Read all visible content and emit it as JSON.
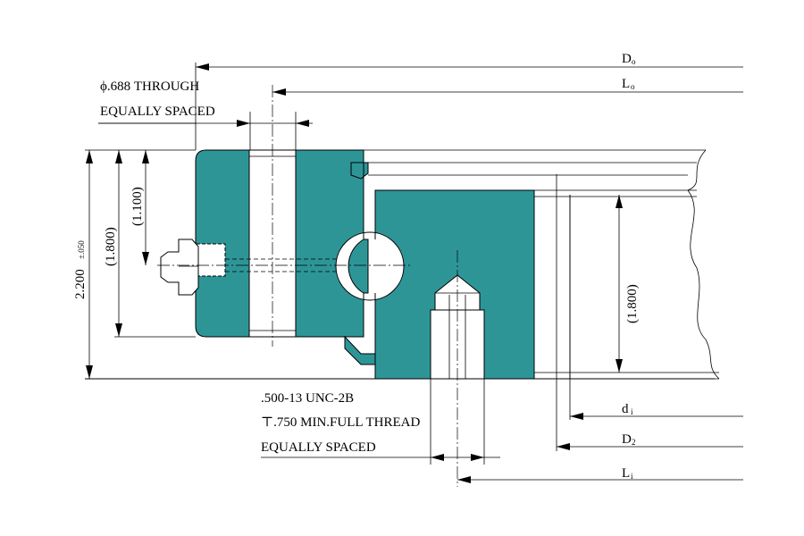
{
  "labels": {
    "hole_note_line1": "ϕ.688 THROUGH",
    "hole_note_line2": "EQUALLY SPACED",
    "thread_note_line1": ".500-13 UNC-2B",
    "thread_note_line2": "⊤.750 MIN.FULL THREAD",
    "thread_note_line3": "EQUALLY SPACED",
    "total_height": "2.200",
    "total_height_tol": "±.050",
    "outer_ring_height": "(1.800)",
    "hole_center_height": "(1.100)",
    "inner_ring_height": "(1.800)"
  },
  "dimensions": {
    "D0": {
      "main": "D",
      "sub": "o"
    },
    "L0": {
      "main": "L",
      "sub": "o"
    },
    "di": {
      "main": "d",
      "sub": "i"
    },
    "D2": {
      "main": "D",
      "sub": "2"
    },
    "Li": {
      "main": "L",
      "sub": "i"
    }
  },
  "colors": {
    "ring_fill": "#2e9597",
    "line": "#000000",
    "background": "#ffffff"
  }
}
